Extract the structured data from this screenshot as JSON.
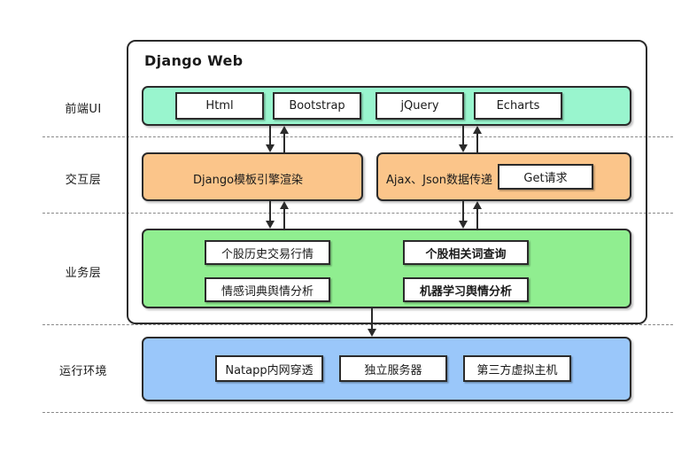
{
  "diagram": {
    "title": "Django Web",
    "row_labels": {
      "ui": "前端UI",
      "interaction": "交互层",
      "business": "业务层",
      "environment": "运行环境"
    },
    "layers": {
      "ui": {
        "color": "#99f5ce",
        "items": [
          {
            "label": "Html"
          },
          {
            "label": "Bootstrap"
          },
          {
            "label": "jQuery"
          },
          {
            "label": "Echarts"
          }
        ]
      },
      "interaction": {
        "color": "#fbc58a",
        "left_text": "Django模板引擎渲染",
        "right_text": "Ajax、Json数据传递",
        "right_chip": "Get请求"
      },
      "business": {
        "color": "#90ee90",
        "items": [
          {
            "label": "个股历史交易行情",
            "bold": false
          },
          {
            "label": "情感词典舆情分析",
            "bold": false
          },
          {
            "label": "个股相关词查询",
            "bold": true
          },
          {
            "label": "机器学习舆情分析",
            "bold": true
          }
        ]
      },
      "environment": {
        "color": "#9ac7fa",
        "items": [
          {
            "label": "Natapp内网穿透"
          },
          {
            "label": "独立服务器"
          },
          {
            "label": "第三方虚拟主机"
          }
        ]
      }
    }
  }
}
